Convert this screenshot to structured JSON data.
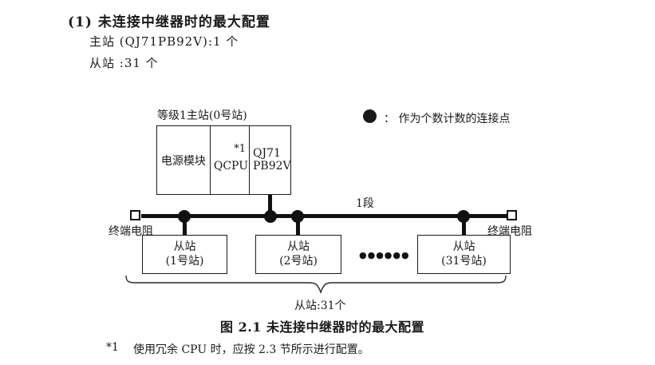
{
  "page": {
    "heading": "(1) 未连接中继器时的最大配置",
    "master_line": "主站 (QJ71PB92V):1 个",
    "slave_line": "从站 :31 个"
  },
  "figure": {
    "master_label": "等级1主站(0号站)",
    "master_modules": {
      "power": "电源模块",
      "cpu": "QCPU",
      "cpu_note": "*1",
      "network_line1": "QJ71",
      "network_line2": "PB92V"
    },
    "legend": {
      "text": "： 作为个数计数的连接点"
    },
    "segment_label": "1段",
    "terminator_left": "终端电阻",
    "terminator_right": "终端电阻",
    "slaves": [
      {
        "line1": "从站",
        "line2": "(1号站)"
      },
      {
        "line1": "从站",
        "line2": "(2号站)"
      },
      {
        "line1": "从站",
        "line2": "(31号站)"
      }
    ],
    "ellipsis": "●●●●●●",
    "brace_label": "从站:31个",
    "caption": "图 2.1 未连接中继器时的最大配置"
  },
  "footnote": {
    "marker": "*1",
    "text": "使用冗余 CPU 时，应按 2.3 节所示进行配置。"
  },
  "colors": {
    "ink": "#1a1a1a",
    "background": "#ffffff"
  }
}
